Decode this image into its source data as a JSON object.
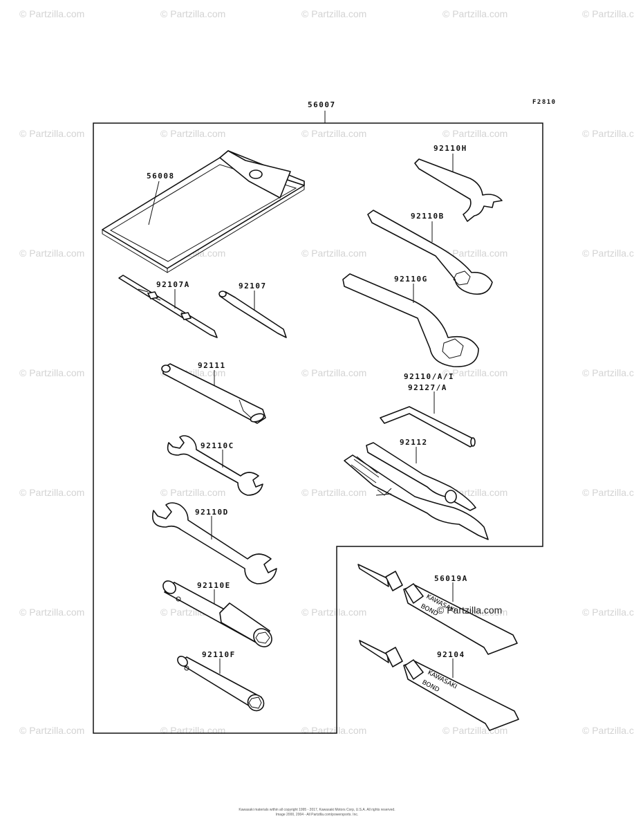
{
  "figure_code": "F2810",
  "kit_part": "56007",
  "watermark": "© Partzilla.com",
  "center_watermark": "© Partzilla.com",
  "parts": {
    "pouch": "56008",
    "screwdriver_a": "92107A",
    "screwdriver": "92107",
    "handle": "92111",
    "wrench_c": "92110C",
    "wrench_d": "92110D",
    "socket_e": "92110E",
    "socket_f": "92110F",
    "hook_h": "92110H",
    "ring_b": "92110B",
    "ring_g": "92110G",
    "hex_key_1": "92110/A/I",
    "hex_key_2": "92127/A",
    "pliers": "92112",
    "bond_a": "56019A",
    "bond": "92104"
  },
  "tube_text": {
    "brand": "KAWASAKI",
    "product": "BOND"
  },
  "copyright": {
    "line1": "Kawasaki materials within all copyright 1995 - 2017, Kawasaki Motors Corp, U.S.A. All rights reserved.",
    "line2": "Image 2000, 2004 - All Partzilla.com/powersports. Inc."
  }
}
